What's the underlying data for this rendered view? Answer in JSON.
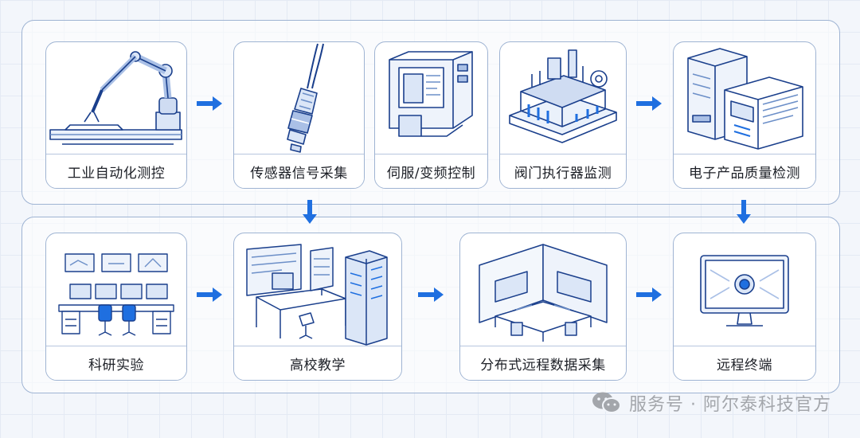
{
  "top_row": {
    "cards": [
      {
        "label": "工业自动化测控",
        "icon": "robot-arm-icon"
      },
      {
        "label": "传感器信号采集",
        "icon": "sensor-probe-icon"
      },
      {
        "label": "伺服/变频控制",
        "icon": "servo-drive-icon"
      },
      {
        "label": "阀门执行器监测",
        "icon": "valve-actuator-icon"
      },
      {
        "label": "电子产品质量检测",
        "icon": "test-equipment-icon"
      }
    ]
  },
  "bottom_row": {
    "cards": [
      {
        "label": "科研实验",
        "icon": "research-lab-icon"
      },
      {
        "label": "高校教学",
        "icon": "university-lab-icon"
      },
      {
        "label": "分布式远程数据采集",
        "icon": "distributed-office-icon"
      },
      {
        "label": "远程终端",
        "icon": "remote-terminal-icon"
      }
    ]
  },
  "footer": {
    "text": "服务号 · 阿尔泰科技官方",
    "icon": "wechat-icon"
  },
  "colors": {
    "accent": "#1f6fe0",
    "line": "#1a3f8c",
    "border": "#9fb4d3"
  }
}
